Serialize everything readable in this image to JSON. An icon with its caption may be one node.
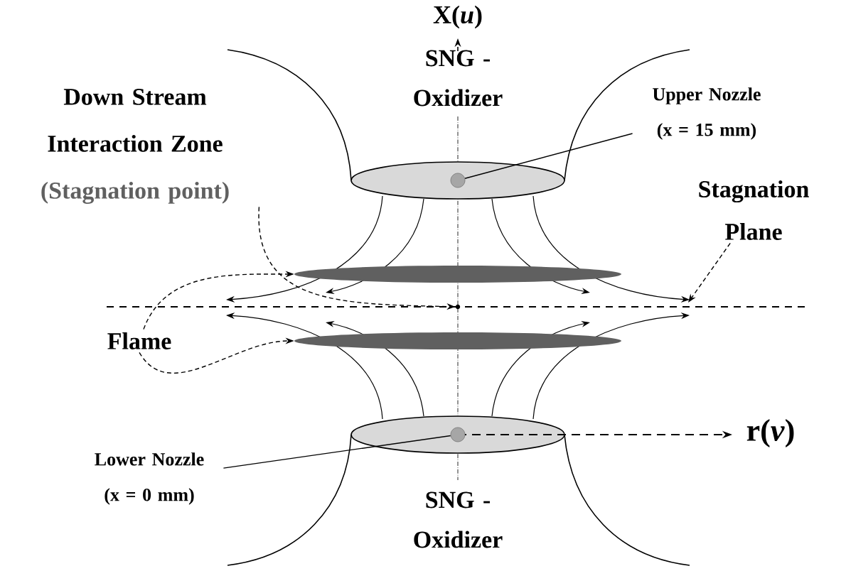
{
  "diagram": {
    "nodes": [
      {
        "text": [
          "Down Stream Interaction Zone",
          "(Stagnation point)"
        ]
      },
      {
        "text": [
          "SNG - Oxidizer"
        ]
      },
      {
        "text": [
          "Upper Nozzle (x = 15 mm)"
        ]
      },
      {
        "text": [],
        "shape": "circle"
      },
      {
        "text": [
          "Stagnation Plane"
        ]
      },
      {
        "text": [],
        "shape": "ellipse"
      },
      {
        "text": [
          "Flame"
        ]
      },
      {
        "text": [],
        "shape": "ellipse"
      },
      {
        "text": [
          "Lower Nozzle (x = 0 mm)"
        ]
      },
      {
        "text": [],
        "shape": "circle"
      },
      {
        "text": [
          "SNG - Oxidizer"
        ]
      },
      {
        "text": [],
        "shape": "point"
      }
    ],
    "edges": [
      {
        "from": 0,
        "to": 11,
        "arrow": "to",
        "style": "dashed"
      },
      {
        "from": 2,
        "to": 3,
        "arrow": "none"
      },
      {
        "from": 4,
        "to": null,
        "arrow": "to",
        "style": "dashed"
      },
      {
        "from": 6,
        "to": 5,
        "arrow": "to",
        "style": "dashed"
      },
      {
        "from": 6,
        "to": 7,
        "arrow": "to",
        "style": "dashed"
      },
      {
        "from": 8,
        "to": 9,
        "arrow": "none"
      }
    ],
    "labels": [
      "X(*u*)",
      "r(*v*)"
    ]
  }
}
